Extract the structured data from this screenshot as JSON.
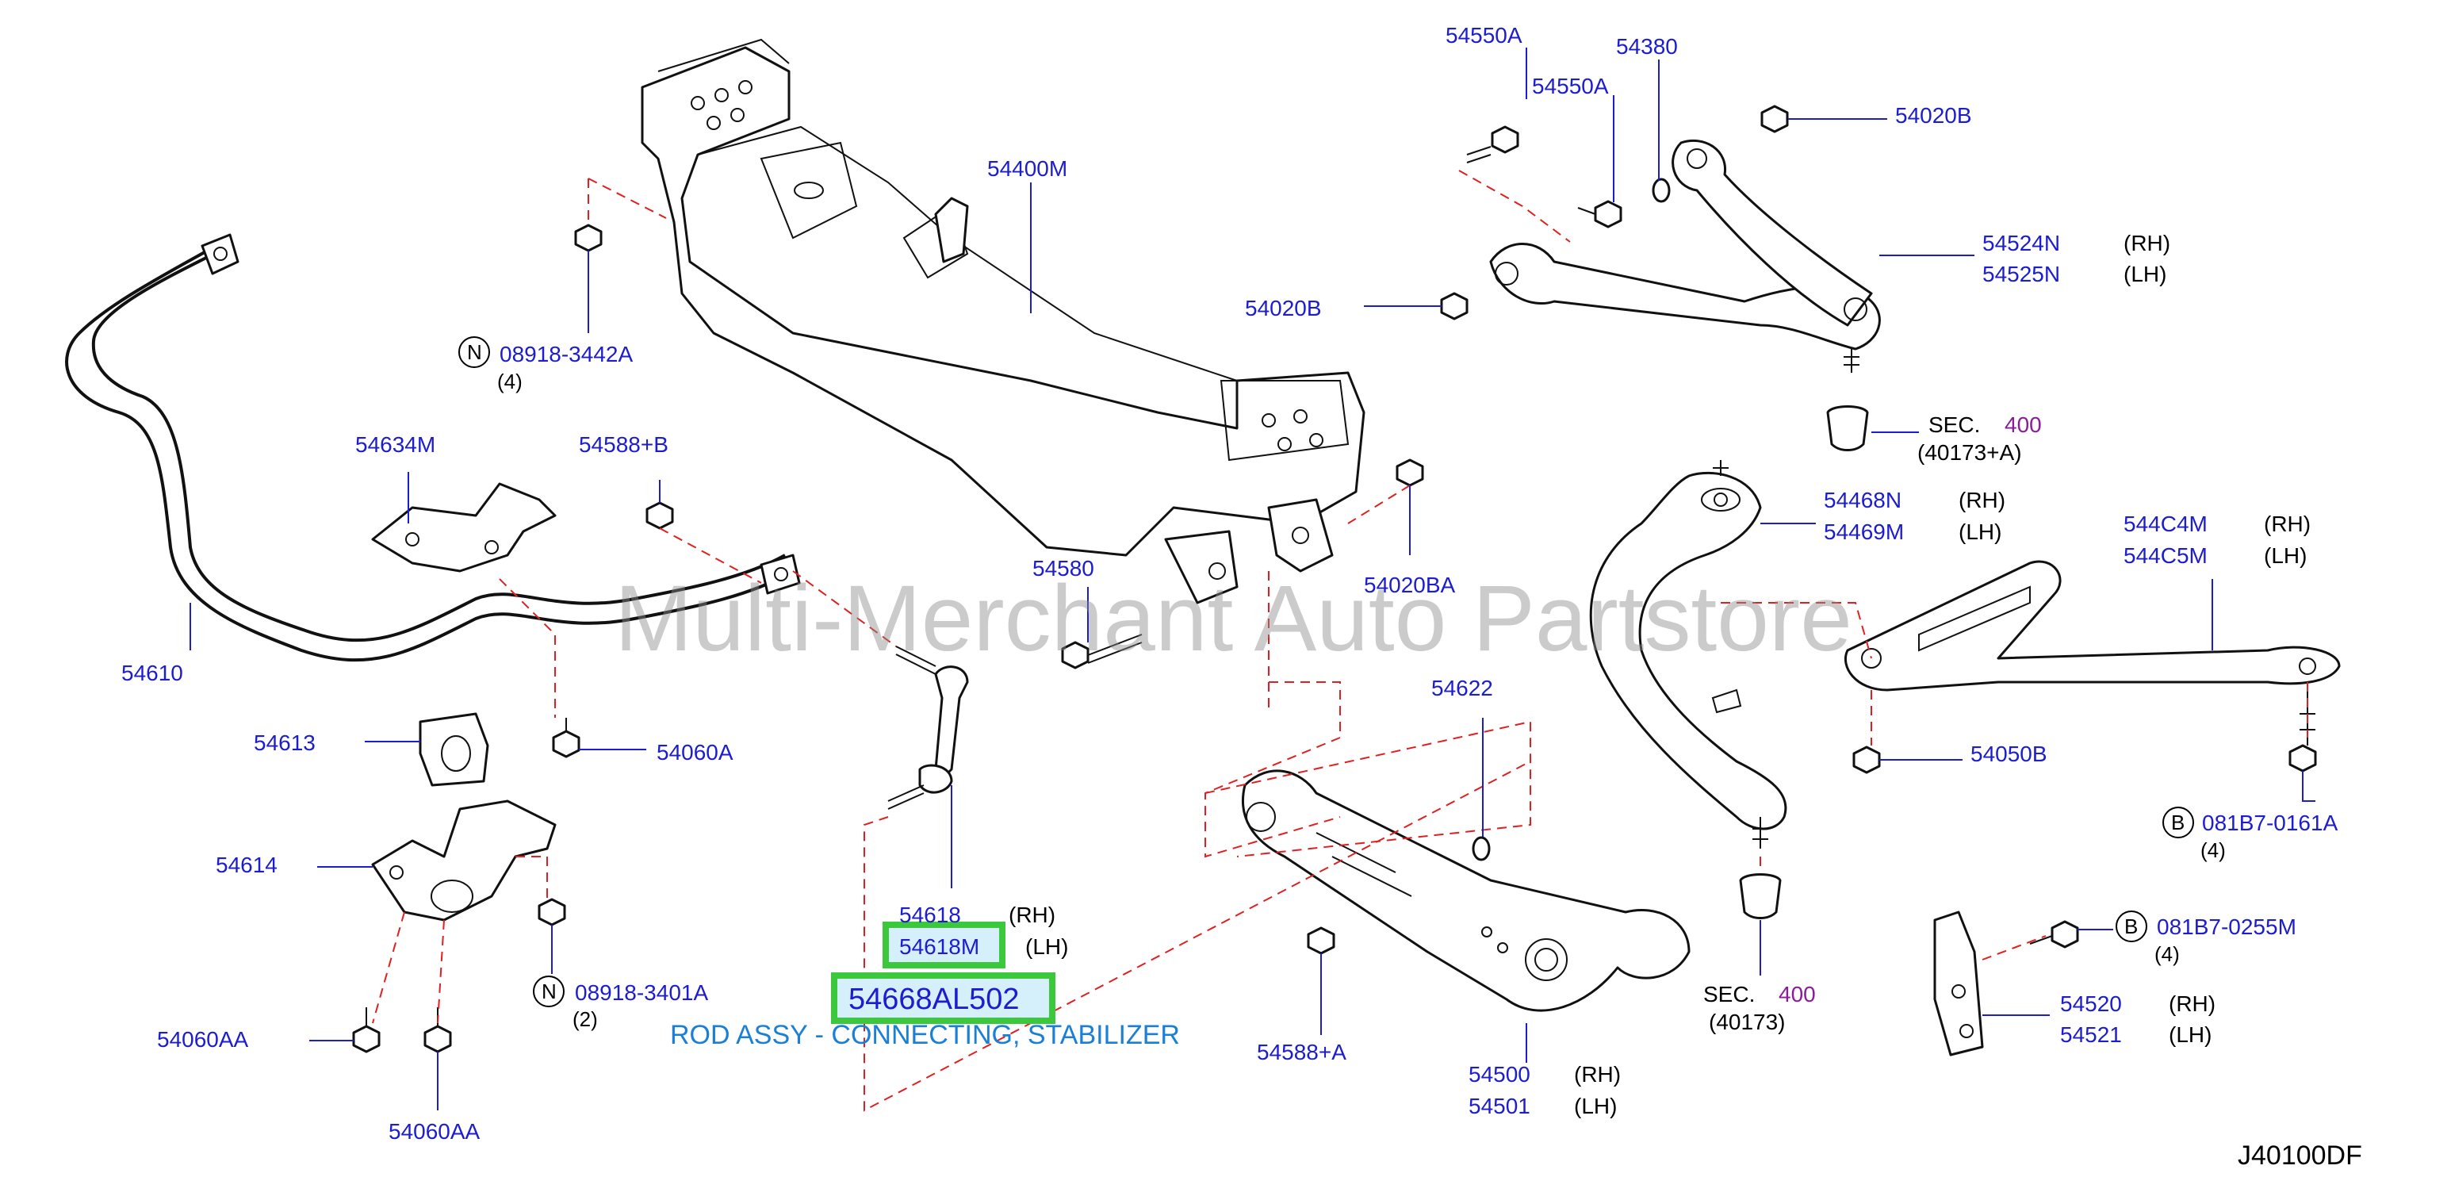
{
  "diagram": {
    "watermark": "Multi-Merchant Auto Partstore",
    "diagram_id": "J40100DF",
    "highlight": {
      "part_number": "54668AL502",
      "description": "ROD ASSY - CONNECTING, STABILIZER",
      "box_color": "#3cc83c"
    },
    "colors": {
      "part_number": "#1c1cd0",
      "section_number": "#8a1c9a",
      "description": "#1a7fd6",
      "dashed_line": "#e02020"
    },
    "labels": {
      "p54550a_top": "54550A",
      "p54380": "54380",
      "p54550a_mid": "54550A",
      "p54020b_top": "54020B",
      "p54400m": "54400M",
      "p54524n": "54524N",
      "p54524n_side": "(RH)",
      "p54525n": "54525N",
      "p54525n_side": "(LH)",
      "p54020b_mid": "54020B",
      "n_circle_1": "N",
      "p08918_3442a": "08918-3442A",
      "p08918_3442a_qty": "(4)",
      "sec1_label": "SEC.",
      "sec1_num": "400",
      "sec1_ref": "(40173+A)",
      "p54634m": "54634M",
      "p54588b": "54588+B",
      "p54468n": "54468N",
      "p54468n_side": "(RH)",
      "p54469m": "54469M",
      "p54469m_side": "(LH)",
      "p544c4m": "544C4M",
      "p544c4m_side": "(RH)",
      "p544c5m": "544C5M",
      "p544c5m_side": "(LH)",
      "p54580": "54580",
      "p54020ba": "54020BA",
      "p54610": "54610",
      "p54622": "54622",
      "p54613": "54613",
      "p54060a": "54060A",
      "p54050b": "54050B",
      "b_circle_1": "B",
      "p081b7_0161a": "081B7-0161A",
      "p081b7_0161a_qty": "(4)",
      "p54614": "54614",
      "p54618": "54618",
      "p54618_side": "(RH)",
      "p54618m": "54618M",
      "p54618m_side": "(LH)",
      "b_circle_2": "B",
      "p081b7_0255m": "081B7-0255M",
      "p081b7_0255m_qty": "(4)",
      "n_circle_2": "N",
      "p08918_3401a": "08918-3401A",
      "p08918_3401a_qty": "(2)",
      "sec2_label": "SEC.",
      "sec2_num": "400",
      "sec2_ref": "(40173)",
      "p54520": "54520",
      "p54520_side": "(RH)",
      "p54521": "54521",
      "p54521_side": "(LH)",
      "p54060aa_left": "54060AA",
      "p54588a": "54588+A",
      "p54060aa_bottom": "54060AA",
      "p54500": "54500",
      "p54500_side": "(RH)",
      "p54501": "54501",
      "p54501_side": "(LH)"
    }
  }
}
